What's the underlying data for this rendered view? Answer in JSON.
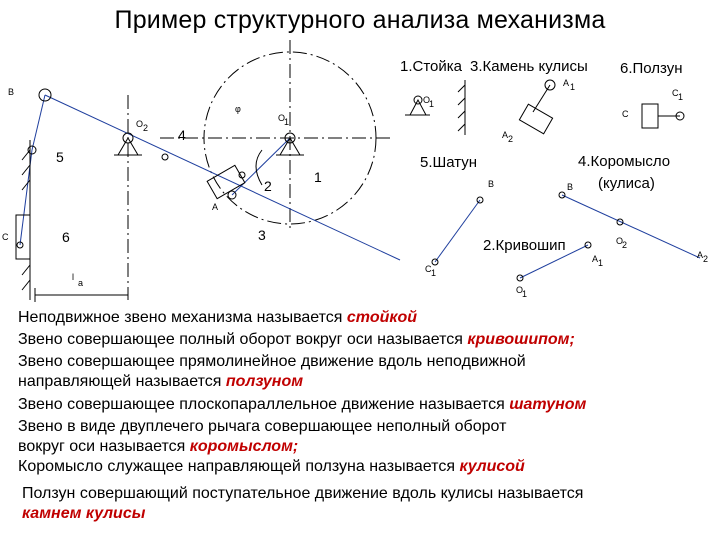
{
  "title": "Пример структурного анализа механизма",
  "diagram": {
    "labels": {
      "B": "B",
      "O2": "O",
      "O2_sub": "2",
      "num4": "4",
      "O1": "O",
      "O1_sub": "1",
      "num5": "5",
      "num2": "2",
      "num1": "1",
      "A": "A",
      "C": "C",
      "num6": "6",
      "num3": "3",
      "la": "l",
      "la_sub": "a",
      "phi": "φ"
    },
    "parts": {
      "stoika": "1.Стойка",
      "kamen": "3.Камень кулисы",
      "polzun": "6.Ползун",
      "shatun": "5.Шатун",
      "koromyslo": "4.Коромысло",
      "kulisa": "(кулиса)",
      "krivoship": "2.Кривошип",
      "A1": "A",
      "A1_sub": "1",
      "C1": "C",
      "C1_sub": "1",
      "Csmall": "C",
      "O1a": "O",
      "O1a_sub": "1",
      "A2": "A",
      "A2_sub": "2",
      "Bs": "B",
      "Bk": "B",
      "C1b": "C",
      "C1b_sub": "1",
      "O2b": "O",
      "O2b_sub": "2",
      "A1b": "A",
      "A1b_sub": "1",
      "A2b": "A",
      "A2b_sub": "2",
      "O1b": "O",
      "O1b_sub": "1"
    }
  },
  "definitions": [
    {
      "pre": "Неподвижное звено механизма называется ",
      "term": "стойкой",
      "post": ""
    },
    {
      "pre": "Звено совершающее полный оборот вокруг оси называется ",
      "term": "кривошипом;",
      "post": ""
    },
    {
      "pre": "Звено совершающее прямолинейное движение вдоль неподвижной",
      "term": "",
      "post": ""
    },
    {
      "pre": "направляющей называется  ",
      "term": "ползуном",
      "post": ""
    },
    {
      "pre": "Звено совершающее плоскопараллельное движение называется ",
      "term": "шатуном",
      "post": ""
    },
    {
      "pre": "Звено в виде двуплечего рычага  совершающее неполный оборот",
      "term": "",
      "post": ""
    },
    {
      "pre": "вокруг оси называется ",
      "term": "коромыслом;",
      "post": ""
    },
    {
      "pre": "Коромысло служащее направляющей ползуна называется ",
      "term": "кулисой",
      "post": ""
    },
    {
      "pre": "Ползун совершающий поступательное движение вдоль кулисы называется",
      "term": "",
      "post": ""
    },
    {
      "pre": "",
      "term": "камнем кулисы",
      "post": ""
    }
  ],
  "colors": {
    "line": "#1f3f9e",
    "text": "#000000",
    "term": "#c00000"
  }
}
